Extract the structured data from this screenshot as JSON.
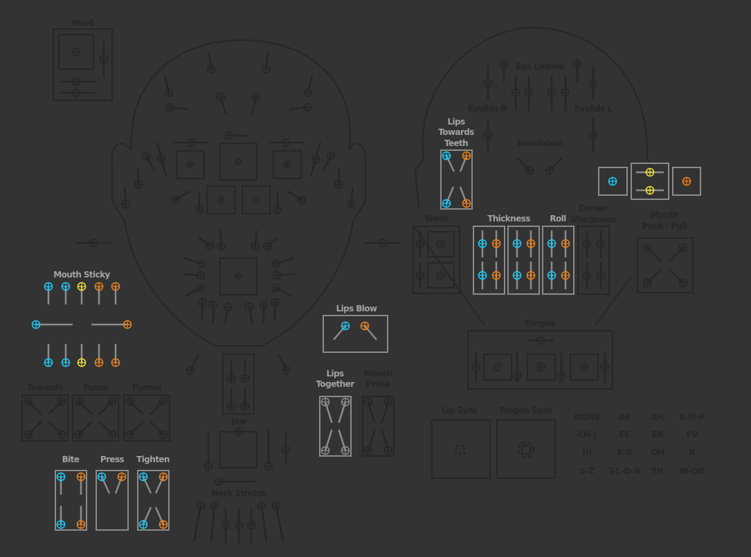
{
  "colors": {
    "background": "#333333",
    "inactive": "#262626",
    "active_gray": "#8c8c8c",
    "right_side_blue": "#1ec8f4",
    "left_side_orange": "#e8801e",
    "center_yellow": "#f0e030"
  },
  "labels": {
    "head": "Head",
    "mouth_sticky": "Mouth Sticky",
    "towards": "Towards",
    "purse": "Purse",
    "funnel": "Funnel",
    "bite": "Bite",
    "press": "Press",
    "tighten": "Tighten",
    "jaw": "Jaw",
    "neck_stretch": "Neck Stretch",
    "lips_blow": "Lips Blow",
    "lips_together_1": "Lips",
    "lips_together_2": "Together",
    "mouth_press_1": "Mouth",
    "mouth_press_2": "Press",
    "lips_towards_teeth_1": "Lips",
    "lips_towards_teeth_2": "Towards",
    "lips_towards_teeth_3": "Teeth",
    "eye_lashes": "Eye Lashes",
    "eyelids_r": "Eyelids R",
    "eyelids_l": "Eyelids L",
    "nasolabial": "Nasolabial",
    "teeth": "Teeth",
    "thickness": "Thickness",
    "roll": "Roll",
    "corner_sharpness_1": "Corner",
    "corner_sharpness_2": "Sharpness",
    "mouth_push_pull_1": "Mouth",
    "mouth_push_pull_2": "Push / Pull",
    "tongue": "Tongue",
    "lip_sync": "Lip Sync",
    "tongue_sync": "Tongue Sync"
  },
  "phonemes": [
    "NONE",
    "AE",
    "AH",
    "B-M-P",
    "CH-J",
    "EE",
    "ER",
    "FV",
    "IH",
    "K-G",
    "OH",
    "R",
    "S-Z",
    "T-L-D-N",
    "TH",
    "W-OO"
  ]
}
